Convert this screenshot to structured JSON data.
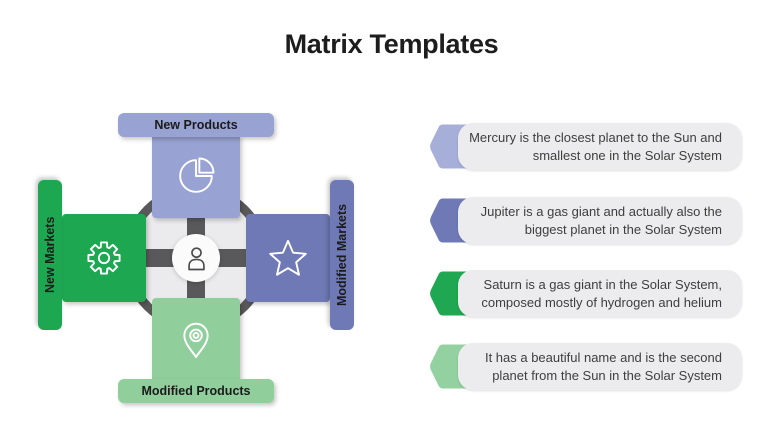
{
  "title": "Matrix Templates",
  "matrix": {
    "center": {
      "icon": "person",
      "ring_color": "#59595b",
      "inner_fill": "#ebebed"
    },
    "quadrants": [
      {
        "position": "top",
        "label": "New Products",
        "icon": "pie-chart",
        "color": "#98a3d3"
      },
      {
        "position": "left",
        "label": "New Markets",
        "icon": "gear",
        "color": "#1ea751"
      },
      {
        "position": "right",
        "label": "Modified Markets",
        "icon": "star",
        "color": "#6e79b5"
      },
      {
        "position": "bottom",
        "label": "Modified Products",
        "icon": "location-pin",
        "color": "#90ce9c"
      }
    ]
  },
  "cards": [
    {
      "accent_color": "#a6afd8",
      "lines": [
        "Mercury is the closest planet to the Sun and",
        "smallest one in the Solar System"
      ]
    },
    {
      "accent_color": "#6e79b5",
      "lines": [
        "Jupiter is a gas giant and actually also the",
        "biggest planet in the Solar System"
      ]
    },
    {
      "accent_color": "#1fa751",
      "lines": [
        "Saturn is a gas giant in the Solar System,",
        "composed mostly of hydrogen and helium"
      ]
    },
    {
      "accent_color": "#93d2a0",
      "lines": [
        "It has a beautiful name and is the second",
        "planet from the Sun in the Solar System"
      ]
    }
  ]
}
